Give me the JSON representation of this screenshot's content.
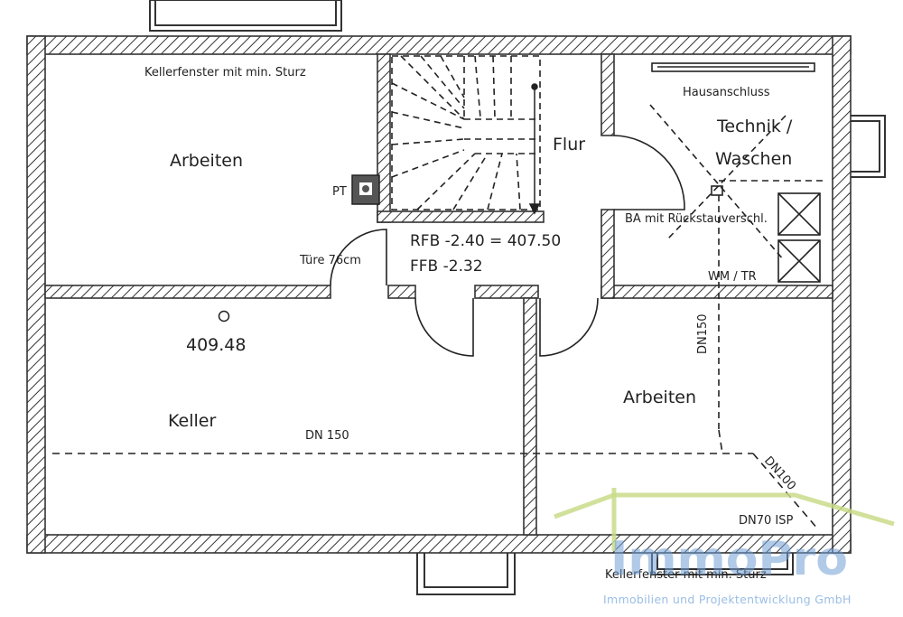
{
  "rooms": {
    "arbeiten_top": "Arbeiten",
    "flur": "Flur",
    "technik_line1": "Technik /",
    "technik_line2": "Waschen",
    "keller": "Keller",
    "arbeiten_bottom": "Arbeiten"
  },
  "labels": {
    "kellerfenster_top": "Kellerfenster mit min. Sturz",
    "kellerfenster_bottom": "Kellerfenster mit min. Sturz",
    "hausanschluss": "Hausanschluss",
    "ba_rueckstau": "BA mit Rückstauverschl.",
    "wm_tr": "WM / TR",
    "pt": "PT",
    "tuere": "Türe 76cm",
    "rfb": "RFB -2.40 = 407.50",
    "ffb": "FFB -2.32",
    "height_mark": "409.48",
    "dn150_horizontal": "DN 150",
    "dn150_vertical": "DN150",
    "dn100": "DN100",
    "dn70": "DN70 ISP"
  },
  "watermark": {
    "brand": "ImmoPro",
    "tagline": "Immobilien und Projektentwicklung GmbH",
    "roof_color": "#c9dc8a",
    "text_color": "#6f9fd6"
  },
  "colors": {
    "wall": "#333333",
    "line": "#222222",
    "background": "#ffffff"
  }
}
